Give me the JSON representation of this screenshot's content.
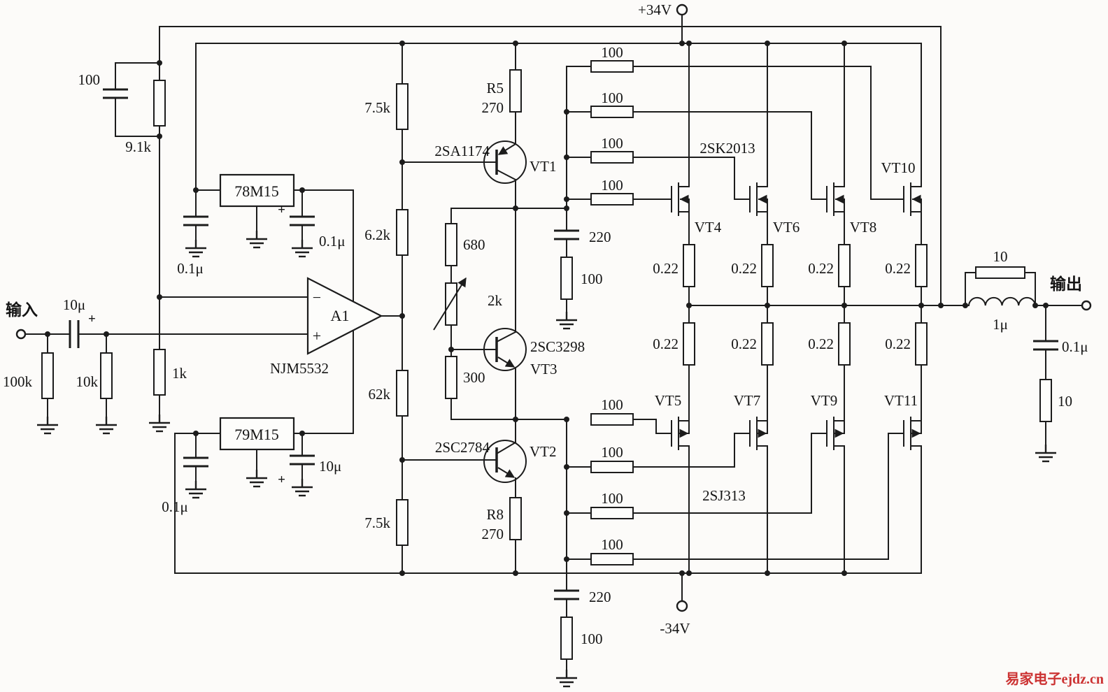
{
  "power": {
    "vpos": "+34V",
    "vneg": "-34V"
  },
  "io": {
    "input_label": "输入",
    "output_label": "输出"
  },
  "opamp": {
    "designator": "A1",
    "part": "NJM5532",
    "inverting": "−",
    "noninverting": "+"
  },
  "regulators": {
    "positive": "78M15",
    "negative": "79M15"
  },
  "transistors": {
    "vt1": "VT1",
    "vt2": "VT2",
    "vt3": "VT3",
    "vt4": "VT4",
    "vt5": "VT5",
    "vt6": "VT6",
    "vt7": "VT7",
    "vt8": "VT8",
    "vt9": "VT9",
    "vt10": "VT10",
    "vt11": "VT11",
    "vt1_part": "2SA1174",
    "vt2_part": "2SC2784",
    "vt3_part": "2SC3298",
    "nch_part": "2SK2013",
    "pch_part": "2SJ313"
  },
  "resistors": {
    "feedback": "9.1k",
    "input_gnd": "100k",
    "input_shunt": "10k",
    "inv_gnd": "1k",
    "chain_top": "7.5k",
    "chain_upper": "6.2k",
    "chain_lower": "62k",
    "chain_bottom": "7.5k",
    "r5_ref": "R5",
    "r5_val": "270",
    "r8_ref": "R8",
    "r8_val": "270",
    "bias_upper": "680",
    "bias_pot": "2k",
    "bias_lower": "300",
    "gate": "100",
    "source": "0.22",
    "rc_damp": "100",
    "out_parallel": "10",
    "zobel": "10"
  },
  "capacitors": {
    "feedback": "100",
    "input": "10μ",
    "reg_small": "0.1μ",
    "reg_large": "10μ",
    "rc_damp": "220",
    "zobel": "0.1μ",
    "polarity": "+"
  },
  "inductor": {
    "output": "1μ"
  },
  "watermark": "易家电子ejdz.cn"
}
